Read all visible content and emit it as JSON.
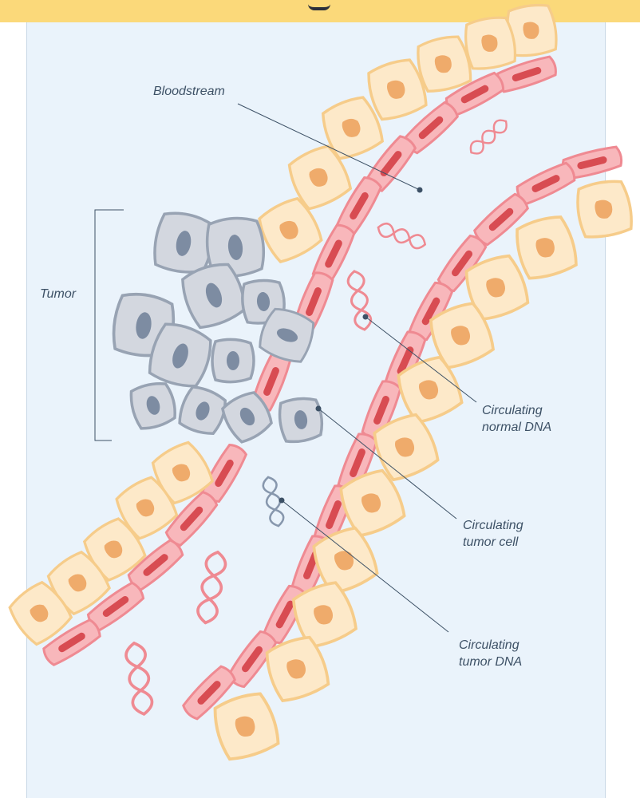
{
  "labels": {
    "bloodstream": "Bloodstream",
    "tumor": "Tumor",
    "normal_dna_line1": "Circulating",
    "normal_dna_line2": "normal DNA",
    "tumor_cell_line1": "Circulating",
    "tumor_cell_line2": "tumor cell",
    "tumor_dna_line1": "Circulating",
    "tumor_dna_line2": "tumor DNA"
  },
  "colors": {
    "background_panel": "#eaf3fb",
    "banner": "#fbd97a",
    "tissue_fill": "#fde9c9",
    "tissue_stroke": "#f6cc8a",
    "tissue_nucleus": "#efab6b",
    "vessel_fill": "#f8b7bb",
    "vessel_stroke": "#ef8a92",
    "vessel_nucleus": "#d84c52",
    "tumor_fill": "#d3d7df",
    "tumor_stroke": "#98a3b3",
    "tumor_nucleus": "#7d8ca2",
    "normal_dna": "#ef8a92",
    "tumor_dna": "#8797ad",
    "leader_line": "#3d5166"
  },
  "icons": [
    "tissue-cell",
    "vessel-wall-cell",
    "tumor-cell",
    "dna-strand"
  ]
}
